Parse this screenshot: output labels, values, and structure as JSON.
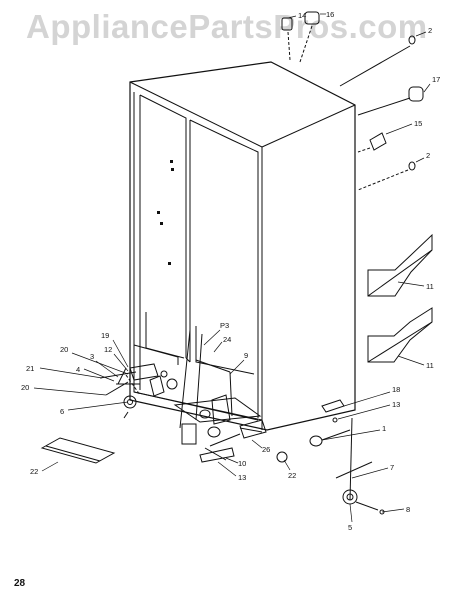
{
  "watermark": "AppliancePartsPros.com",
  "page_number": "28",
  "part_labels": [
    "14",
    "16",
    "2",
    "17",
    "15",
    "2",
    "11",
    "11",
    "1",
    "13",
    "18",
    "7",
    "8",
    "5",
    "22",
    "26",
    "10",
    "13",
    "9",
    "P3",
    "24",
    "19",
    "12",
    "20",
    "3",
    "4",
    "21",
    "20",
    "6",
    "22"
  ]
}
